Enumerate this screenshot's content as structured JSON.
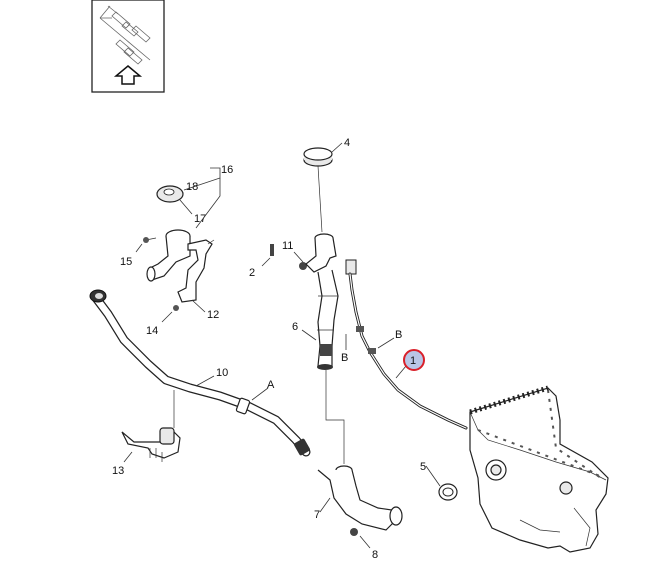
{
  "diagram": {
    "callouts": {
      "c1": "1",
      "c2": "2",
      "c4": "4",
      "c5": "5",
      "c6": "6",
      "c7": "7",
      "c8": "8",
      "c10": "10",
      "c11": "11",
      "c12": "12",
      "c13": "13",
      "c14": "14",
      "c15": "15",
      "c16": "16",
      "c17": "17",
      "c18": "18",
      "cA": "A",
      "cB1": "B",
      "cB2": "B"
    },
    "highlight_color": "#d9202a",
    "highlight_fill": "#b9c6e6",
    "orientation_icon": "arrow-up-outline-icon"
  }
}
